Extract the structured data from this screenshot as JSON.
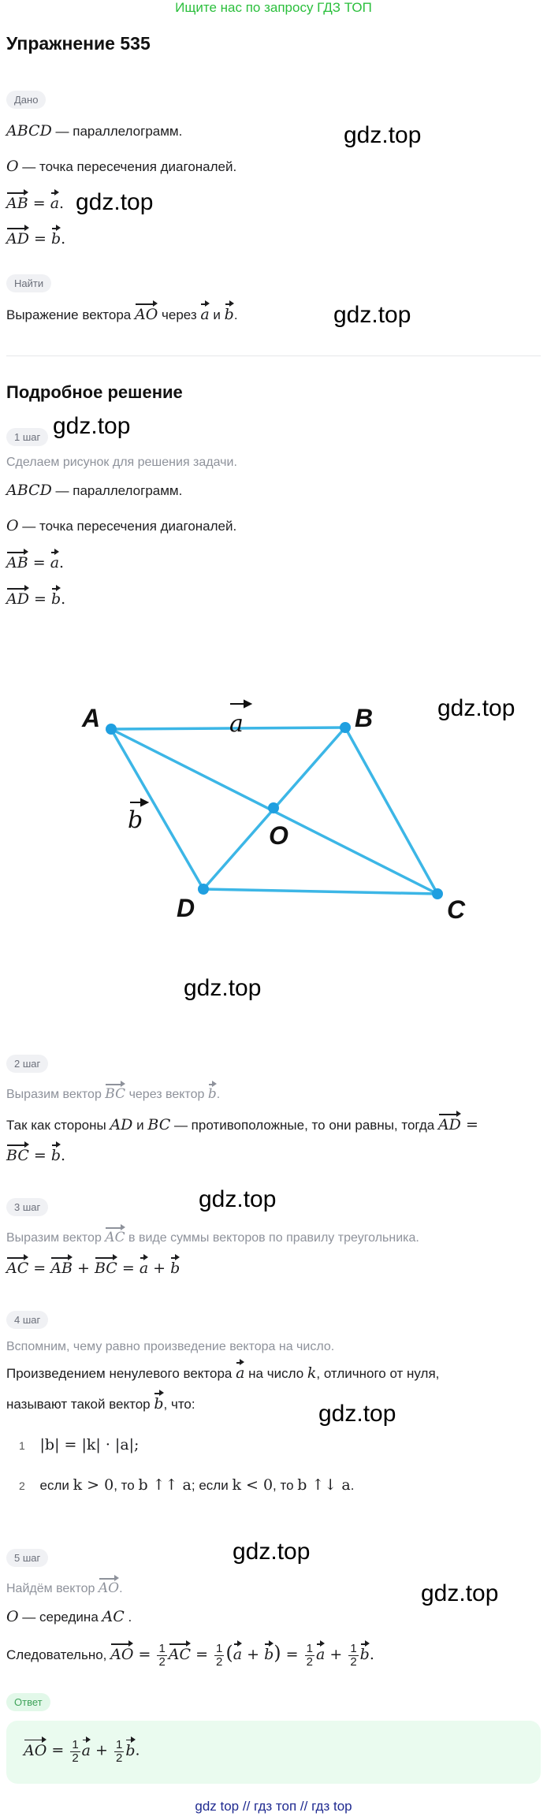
{
  "banner": "Ищите нас по запросу ГДЗ ТОП",
  "title": "Упражнение 535",
  "given": {
    "label": "Дано",
    "line1_math": "ABCD",
    "line1_text": " — параллелограмм.",
    "line2_math": "O",
    "line2_text": " — точка пересечения диагоналей.",
    "eq1_lhs": "AB",
    "eq1_rhs": "a",
    "eq2_lhs": "AD",
    "eq2_rhs": "b"
  },
  "find": {
    "label": "Найти",
    "prefix": "Выражение вектора ",
    "vec_ao": "AO",
    "mid": " через ",
    "vec_a": "a",
    "and": " и ",
    "vec_b": "b",
    "end": "."
  },
  "solution_title": "Подробное решение",
  "steps": {
    "s1": {
      "label": "1 шаг",
      "hint": "Сделаем рисунок для решения задачи.",
      "line1_math": "ABCD",
      "line1_text": " — параллелограмм.",
      "line2_math": "O",
      "line2_text": " — точка пересечения диагоналей.",
      "eq1_lhs": "AB",
      "eq1_rhs": "a",
      "eq2_lhs": "AD",
      "eq2_rhs": "b"
    },
    "s2": {
      "label": "2 шаг",
      "hint_prefix": "Выразим вектор ",
      "hint_vec": "BC",
      "hint_mid": " через вектор ",
      "hint_vec2": "b",
      "hint_end": ".",
      "line_prefix": "Так как стороны ",
      "ad": "AD",
      "and": " и ",
      "bc": "BC",
      "line_mid": " — противоположные, то они равны, тогда ",
      "vec_ad": "AD",
      "eq": " =",
      "line2_vec": "BC",
      "line2_rhs": "b"
    },
    "s3": {
      "label": "3 шаг",
      "hint_prefix": "Выразим вектор ",
      "hint_vec": "AC",
      "hint_end": " в виде суммы векторов по правилу треугольника.",
      "v_ac": "AC",
      "v_ab": "AB",
      "v_bc": "BC",
      "v_a": "a",
      "v_b": "b"
    },
    "s4": {
      "label": "4 шаг",
      "hint": "Вспомним, чему равно произведение вектора на число.",
      "line1_prefix": "Произведением ненулевого вектора ",
      "line1_vec": "a",
      "line1_mid": " на число ",
      "line1_k": "k",
      "line1_end": ", отличного от нуля,",
      "line2_prefix": "называют такой вектор ",
      "line2_vec": "b",
      "line2_end": ", что:",
      "item1_num": "1",
      "item1_text": "|b| = |k| · |a|;",
      "item2_num": "2",
      "item2_if": "если ",
      "item2_cond1": "k > 0",
      "item2_then": ", то ",
      "item2_rel1": "b ↑↑ a",
      "item2_else": "; если ",
      "item2_cond2": "k < 0",
      "item2_then2": ", то ",
      "item2_rel2": "b ↑↓ a",
      "item2_end": "."
    },
    "s5": {
      "label": "5 шаг",
      "hint_prefix": "Найдём вектор ",
      "hint_vec": "AO",
      "hint_end": ".",
      "line1_math": "O",
      "line1_text": " — середина ",
      "line1_seg": "AC",
      "line1_end": " .",
      "line2_prefix": "Следовательно, ",
      "ao": "AO",
      "half_num": "1",
      "half_den": "2",
      "ac": "AC",
      "a": "a",
      "b": "b",
      "end": "."
    }
  },
  "answer": {
    "label": "Ответ",
    "ao": "AO",
    "num": "1",
    "den": "2",
    "a": "a",
    "b": "b",
    "end": "."
  },
  "figure": {
    "A": "A",
    "B": "B",
    "C": "C",
    "D": "D",
    "O": "O",
    "vec_a": "a",
    "vec_b": "b",
    "line_color": "#3cb6e6"
  },
  "watermark": "gdz.top",
  "footer": {
    "link1": "gdz top",
    "sep": " // ",
    "link2": "гдз топ",
    "link3": "гдз top"
  }
}
